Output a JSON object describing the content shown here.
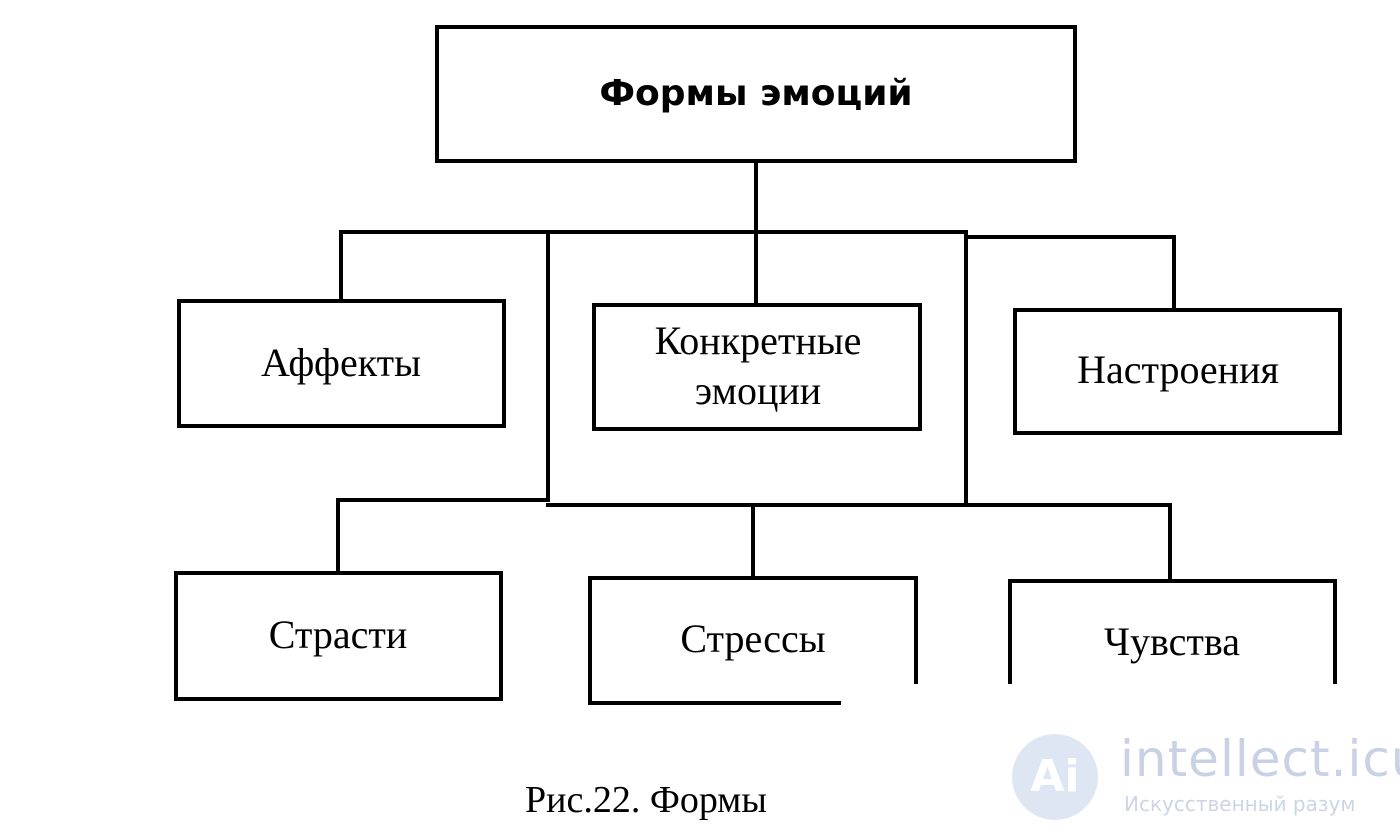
{
  "diagram": {
    "root": "Формы эмоций",
    "row1": [
      "Аффекты",
      "Конкретные",
      "эмоции",
      "Настроения"
    ],
    "row2": [
      "Страсти",
      "Стрессы",
      "Чувства"
    ]
  },
  "caption": "Рис.22. Формы",
  "watermark": {
    "logo_text": "Ai",
    "name": "intellect.icu",
    "tagline": "Искусственный разум"
  }
}
